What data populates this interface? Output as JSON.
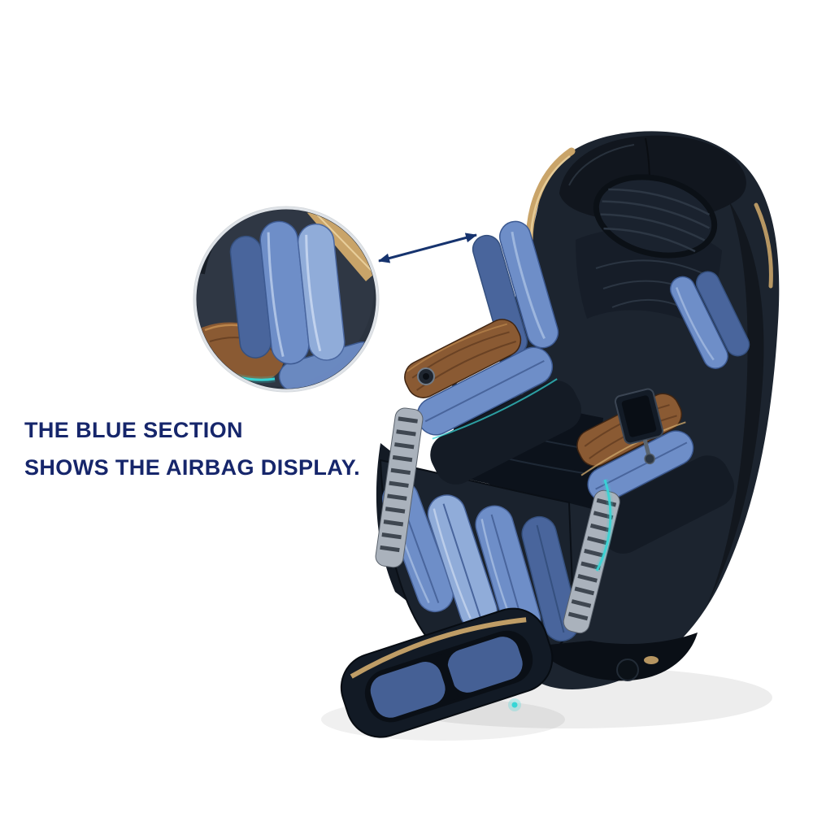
{
  "caption": {
    "line1": "THE BLUE SECTION",
    "line2": "SHOWS THE AIRBAG DISPLAY."
  },
  "image": {
    "subject": "massage-chair",
    "callout": "airbag-closeup-magnifier",
    "connector": "double-headed-arrow"
  },
  "colors": {
    "background": "#ffffff",
    "caption-text": "#16266b",
    "arrow": "#16336e",
    "chair-body": "#1c242f",
    "chair-body-dark": "#10161f",
    "chair-body-light": "#2b3543",
    "airbag-blue": "#6e8ec8",
    "airbag-blue-dark": "#49659c",
    "airbag-blue-light": "#90acd9",
    "wood": "#8a5a33",
    "wood-dark": "#55321b",
    "gold-trim": "#c9a469",
    "chrome": "#aab2bc",
    "led-teal": "#35d6d6"
  }
}
